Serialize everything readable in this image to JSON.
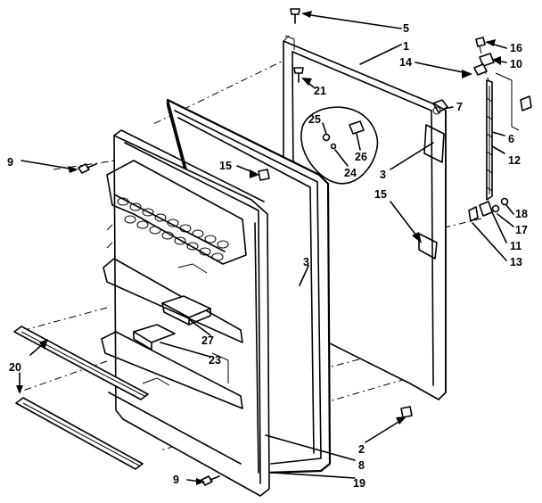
{
  "labels": {
    "p1": "1",
    "p2": "2",
    "p3a": "3",
    "p3b": "3",
    "p5": "5",
    "p6": "6",
    "p7": "7",
    "p8": "8",
    "p9a": "9",
    "p9b": "9",
    "p10": "10",
    "p11": "11",
    "p12": "12",
    "p13": "13",
    "p14": "14",
    "p15a": "15",
    "p15b": "15",
    "p16": "16",
    "p17": "17",
    "p18": "18",
    "p19": "19",
    "p20": "20",
    "p21": "21",
    "p23": "23",
    "p24": "24",
    "p25": "25",
    "p26": "26",
    "p27": "27"
  }
}
